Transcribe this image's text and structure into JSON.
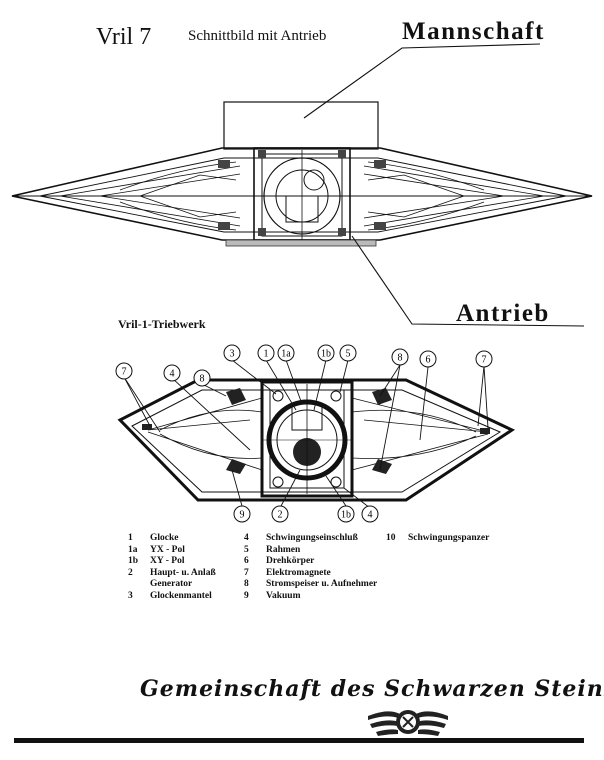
{
  "header": {
    "title": "Vril 7",
    "subtitle": "Schnittbild mit Antrieb",
    "label_crew": "Mannschaft",
    "label_drive": "Antrieb"
  },
  "engine_title": "Vril-1-Triebwerk",
  "callouts": [
    "7",
    "4",
    "8",
    "3",
    "1",
    "1a",
    "1b",
    "5",
    "8",
    "6",
    "7",
    "9",
    "2",
    "1b",
    "4"
  ],
  "legend": {
    "col1": [
      {
        "num": "1",
        "text": "Glocke"
      },
      {
        "num": "1a",
        "text": "YX - Pol"
      },
      {
        "num": "1b",
        "text": "XY - Pol"
      },
      {
        "num": "2",
        "text": "Haupt- u. Anlaß"
      },
      {
        "num": "",
        "text": "Generator"
      },
      {
        "num": "3",
        "text": "Glockenmantel"
      }
    ],
    "col2": [
      {
        "num": "4",
        "text": "Schwingungseinschluß"
      },
      {
        "num": "5",
        "text": "Rahmen"
      },
      {
        "num": "6",
        "text": "Drehkörper"
      },
      {
        "num": "7",
        "text": "Elektromagnete"
      },
      {
        "num": "8",
        "text": "Stromspeiser u. Aufnehmer"
      },
      {
        "num": "9",
        "text": "Vakuum"
      }
    ],
    "col3": [
      {
        "num": "10",
        "text": "Schwingungspanzer"
      }
    ]
  },
  "footer": {
    "society": "Gemeinschaft des Schwarzen Steins"
  },
  "colors": {
    "ink": "#111111",
    "background": "#ffffff"
  },
  "icons": [
    "winged-emblem-icon"
  ]
}
